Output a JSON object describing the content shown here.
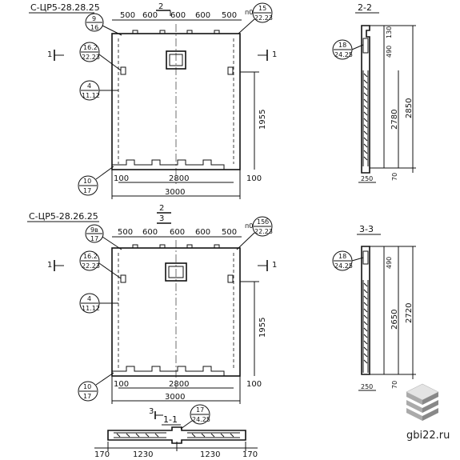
{
  "top": {
    "title": "С-ЦР5-28.28.25",
    "section_mark": "2",
    "dims_top": [
      "500",
      "600",
      "600",
      "600",
      "500"
    ],
    "callout_tl": [
      "9",
      "16"
    ],
    "callout_tr_prefix": "п0",
    "callout_tr": [
      "15",
      "22.23"
    ],
    "callout_l1": [
      "16.2",
      "22.23"
    ],
    "callout_l2": [
      "4",
      "11.12"
    ],
    "callout_bl": [
      "10",
      "17"
    ],
    "cut_mark": "1",
    "dim_height": "1955",
    "dim_inner": "2800",
    "dim_total": "3000",
    "dim_side_l": "100",
    "dim_side_r": "100"
  },
  "s22": {
    "title": "2-2",
    "callout": [
      "18",
      "24.25"
    ],
    "dims": [
      "130",
      "490",
      "2780",
      "2850",
      "70",
      "250"
    ]
  },
  "bottom": {
    "title": "С-ЦР5-28.26.25",
    "section_marks": [
      "2",
      "3"
    ],
    "dims_top": [
      "500",
      "600",
      "600",
      "600",
      "500"
    ],
    "callout_tl": [
      "9в",
      "17"
    ],
    "callout_tr_prefix": "п0",
    "callout_tr": [
      "15б",
      "22.23"
    ],
    "callout_l1": [
      "16.2",
      "22.23"
    ],
    "callout_l2": [
      "4",
      "11.12"
    ],
    "callout_bl": [
      "10",
      "17"
    ],
    "cut_mark": "1",
    "dim_height": "1955",
    "dim_inner": "2800",
    "dim_total": "3000",
    "dim_side_l": "100",
    "dim_side_r": "100"
  },
  "s33": {
    "title": "3-3",
    "callout": [
      "18",
      "24.25"
    ],
    "dims": [
      "490",
      "2650",
      "2720",
      "70",
      "250"
    ]
  },
  "s11": {
    "title": "1-1",
    "cut_mark": "3",
    "callout": [
      "17",
      "24.25"
    ],
    "dims": [
      "170",
      "1230",
      "1230",
      "170"
    ]
  },
  "watermark": "gbi22.ru"
}
